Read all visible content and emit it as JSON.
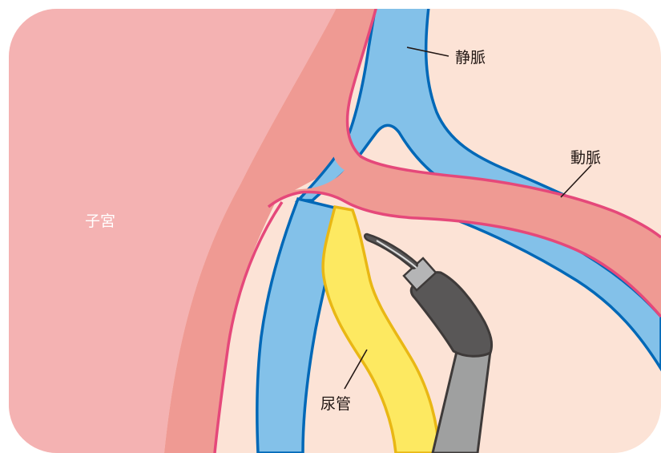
{
  "labels": {
    "vein": "静脈",
    "artery": "動脈",
    "uterus": "子宮",
    "ureter": "尿管"
  },
  "colors": {
    "background": "#fce3d6",
    "uterus": "#f4b2b2",
    "artery_fill": "#ef9a93",
    "artery_outline": "#e5487a",
    "vein_fill": "#83c1e9",
    "vein_outline": "#0068b7",
    "ureter_fill": "#fde961",
    "ureter_outline": "#e9b714",
    "instrument_dark": "#595757",
    "instrument_shaft": "#9fa0a0",
    "leader_line": "#231815"
  },
  "icons": {
    "instrument": "surgical-forceps-icon"
  }
}
